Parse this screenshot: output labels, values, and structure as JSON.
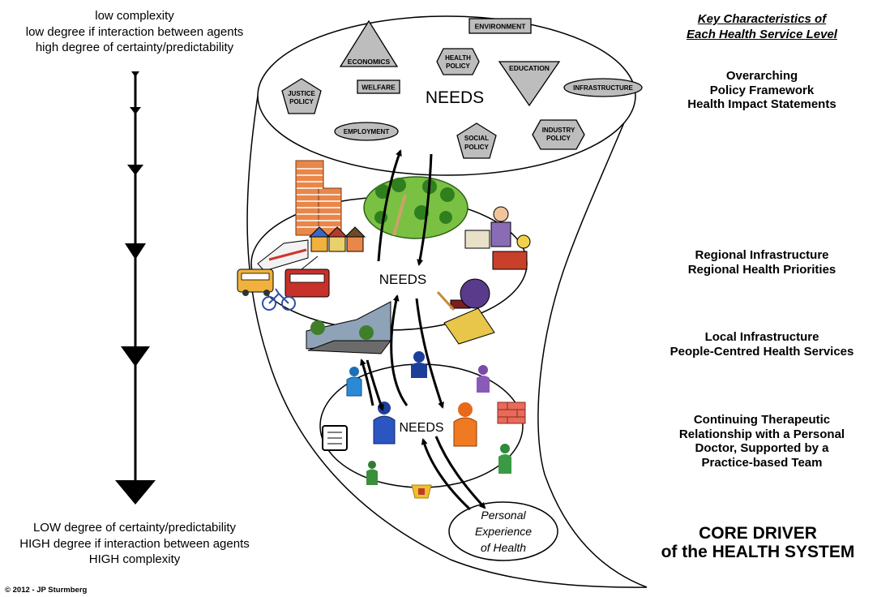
{
  "left": {
    "top_lines": [
      "low complexity",
      "low degree if interaction between agents",
      "high degree of certainty/predictability"
    ],
    "bottom_lines": [
      "LOW degree of certainty/predictability",
      "HIGH degree if interaction between agents",
      "HIGH complexity"
    ]
  },
  "right": {
    "heading_lines": [
      "Key Characteristics of",
      "Each Health Service Level"
    ],
    "levels": [
      {
        "lines": [
          "Overarching",
          "Policy Framework",
          "Health Impact Statements"
        ]
      },
      {
        "lines": [
          "Regional Infrastructure",
          "Regional Health Priorities"
        ]
      },
      {
        "lines": [
          "Local Infrastructure",
          "People-Centred Health Services"
        ]
      },
      {
        "lines": [
          "Continuing Therapeutic",
          "Relationship with a Personal",
          "Doctor, Supported by a",
          "Practice-based Team"
        ]
      }
    ],
    "core_lines": [
      "CORE DRIVER",
      "of the HEALTH SYSTEM"
    ]
  },
  "diagram": {
    "needs_top": "NEEDS",
    "needs_mid": "NEEDS",
    "needs_low": "NEEDS",
    "personal_lines": [
      "Personal",
      "Experience",
      "of Health"
    ],
    "policies": {
      "environment": "ENVIRONMENT",
      "economics": "ECONOMICS",
      "health_policy": [
        "HEALTH",
        "POLICY"
      ],
      "education": "EDUCATION",
      "infrastructure": "INFRASTRUCTURE",
      "justice_policy": [
        "JUSTICE",
        "POLICY"
      ],
      "welfare": "WELFARE",
      "employment": "EMPLOYMENT",
      "social_policy": [
        "SOCIAL",
        "POLICY"
      ],
      "industry_policy": [
        "INDUSTRY",
        "POLICY"
      ]
    }
  },
  "copyright": "© 2012 - JP Sturmberg"
}
